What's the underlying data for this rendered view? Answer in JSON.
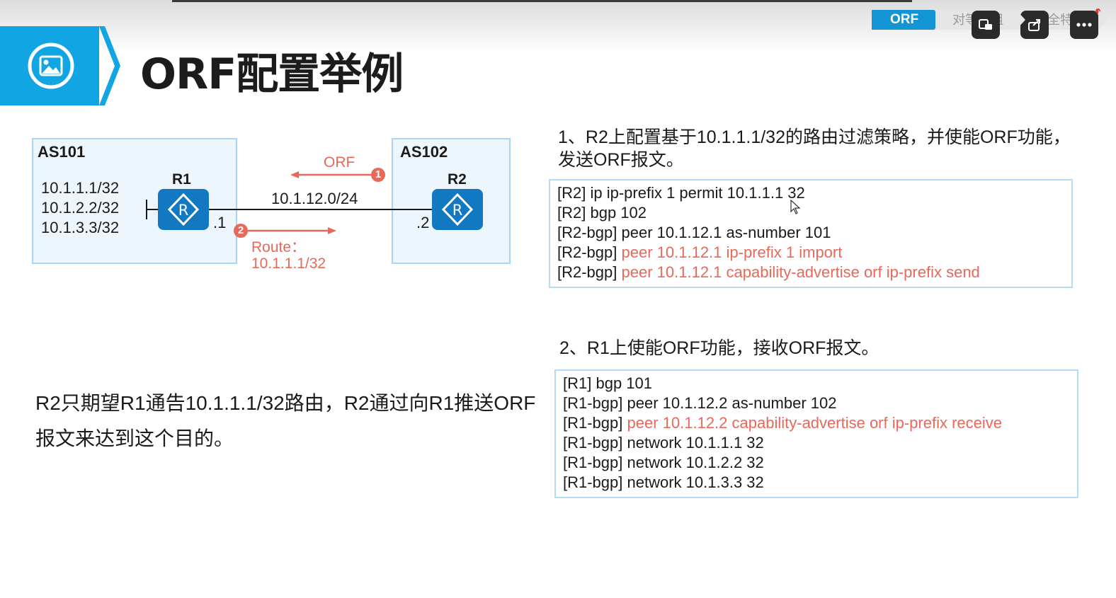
{
  "header": {
    "title": "ORF配置举例"
  },
  "nav": {
    "active": "ORF",
    "crumb2": "对等体组",
    "crumb3": "安全特性"
  },
  "diagram": {
    "as101": {
      "label": "AS101",
      "router": "R1",
      "prefixes": [
        "10.1.1.1/32",
        "10.1.2.2/32",
        "10.1.3.3/32"
      ],
      "port": ".1"
    },
    "as102": {
      "label": "AS102",
      "router": "R2",
      "port": ".2"
    },
    "link_subnet": "10.1.12.0/24",
    "orf_label": "ORF",
    "orf_step": "1",
    "route_step": "2",
    "route_label": "Route：",
    "route_value": "10.1.1.1/32"
  },
  "step1": {
    "title": "1、R2上配置基于10.1.1.1/32的路由过滤策略，并使能ORF功能，发送ORF报文。",
    "lines": [
      {
        "prompt": "[R2]",
        "cmd": "ip ip-prefix 1 permit 10.1.1.1 32"
      },
      {
        "prompt": "[R2]",
        "cmd": "bgp 102"
      },
      {
        "prompt": "[R2-bgp]",
        "cmd": "peer 10.1.12.1 as-number 101"
      },
      {
        "prompt": "[R2-bgp]",
        "cmd": "peer 10.1.12.1 ip-prefix 1 import"
      },
      {
        "prompt": "[R2-bgp]",
        "cmd": "peer 10.1.12.1 capability-advertise orf ip-prefix send"
      }
    ]
  },
  "step2": {
    "title": "2、R1上使能ORF功能，接收ORF报文。",
    "lines": [
      {
        "prompt": "[R1]",
        "cmd": "bgp 101"
      },
      {
        "prompt": "[R1-bgp]",
        "cmd": "peer 10.1.12.2 as-number 102"
      },
      {
        "prompt": "[R1-bgp]",
        "cmd": "peer 10.1.12.2 capability-advertise orf ip-prefix receive"
      },
      {
        "prompt": "[R1-bgp]",
        "cmd": "network 10.1.1.1 32"
      },
      {
        "prompt": "[R1-bgp]",
        "cmd": "network 10.1.2.2 32"
      },
      {
        "prompt": "[R1-bgp]",
        "cmd": "network 10.1.3.3 32"
      }
    ]
  },
  "description": "R2只期望R1通告10.1.1.1/32路由，R2通过向R1推送ORF报文来达到这个目的。",
  "colors": {
    "accent": "#12a5e3",
    "router": "#1378c2",
    "highlight": "#e8685a",
    "box_border": "#a9d4f2"
  }
}
